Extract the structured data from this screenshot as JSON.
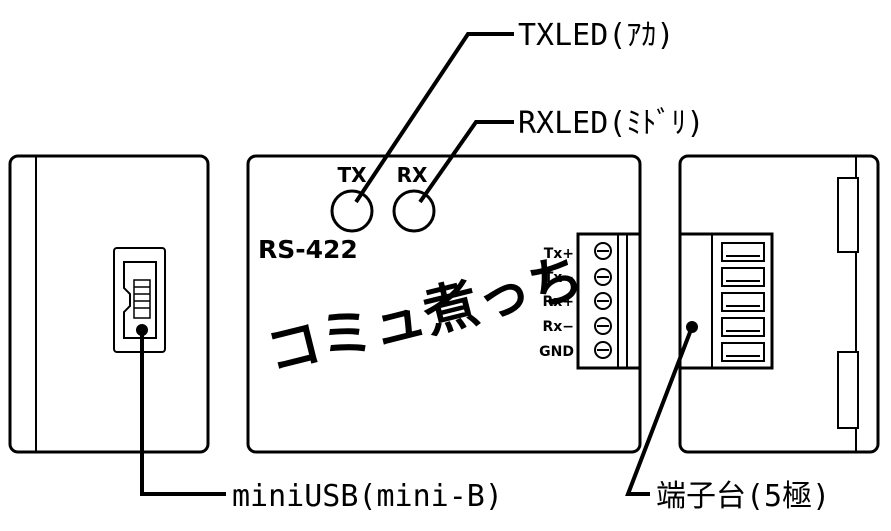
{
  "callouts": {
    "txled": "TXLED(ｱｶ)",
    "rxled": "RXLED(ﾐﾄﾞﾘ)",
    "usb": "miniUSB(mini-B)",
    "terminal": "端子台(5極)"
  },
  "device": {
    "tx_label": "TX",
    "rx_label": "RX",
    "model": "RS-422",
    "product_name": "コミュ煮っち"
  },
  "pins": [
    "Tx+",
    "Tx−",
    "Rx+",
    "Rx−",
    "GND"
  ]
}
